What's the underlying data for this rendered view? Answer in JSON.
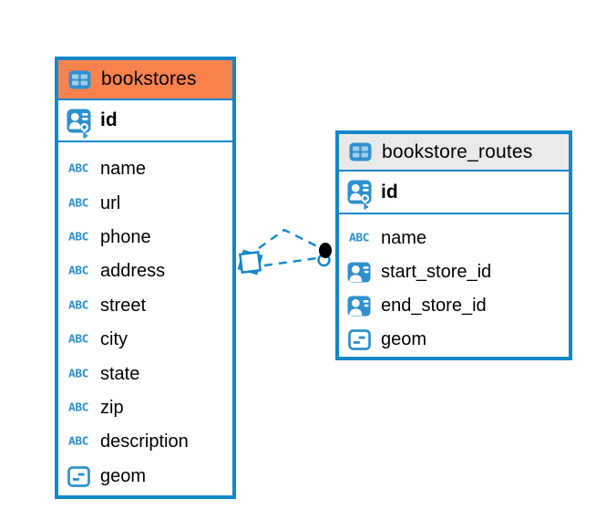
{
  "diagram": {
    "type": "entity-relationship",
    "colors": {
      "table_border": "#1287C9",
      "icon_blue": "#2E90CE",
      "bookstores_header": "#F8824E",
      "routes_header": "#E9E9E9",
      "relationship_line": "#1287C9",
      "background": "#FFFFFF",
      "text": "#000000"
    },
    "icons": {
      "text_type_label": "ABC",
      "table_icon": "table-icon",
      "primary_key_icon": "primary-key-icon",
      "foreign_key_icon": "foreign-key-icon",
      "object_type_icon": "object-type-icon"
    },
    "tables": [
      {
        "title": "bookstores",
        "header_color": "#F8824E",
        "primary_key": {
          "name": "id",
          "icon": "primary-key-icon"
        },
        "columns": [
          {
            "name": "name",
            "icon": "text-type-icon"
          },
          {
            "name": "url",
            "icon": "text-type-icon"
          },
          {
            "name": "phone",
            "icon": "text-type-icon"
          },
          {
            "name": "address",
            "icon": "text-type-icon"
          },
          {
            "name": "street",
            "icon": "text-type-icon"
          },
          {
            "name": "city",
            "icon": "text-type-icon"
          },
          {
            "name": "state",
            "icon": "text-type-icon"
          },
          {
            "name": "zip",
            "icon": "text-type-icon"
          },
          {
            "name": "description",
            "icon": "text-type-icon"
          },
          {
            "name": "geom",
            "icon": "object-type-icon"
          }
        ]
      },
      {
        "title": "bookstore_routes",
        "header_color": "#E9E9E9",
        "primary_key": {
          "name": "id",
          "icon": "primary-key-icon"
        },
        "columns": [
          {
            "name": "name",
            "icon": "text-type-icon"
          },
          {
            "name": "start_store_id",
            "icon": "foreign-key-icon"
          },
          {
            "name": "end_store_id",
            "icon": "foreign-key-icon"
          },
          {
            "name": "geom",
            "icon": "object-type-icon"
          }
        ]
      }
    ],
    "relationships": [
      {
        "from_table": "bookstores",
        "to_table": "bookstore_routes",
        "style": "dashed"
      },
      {
        "from_table": "bookstores",
        "to_table": "bookstore_routes",
        "style": "dashed"
      }
    ]
  }
}
